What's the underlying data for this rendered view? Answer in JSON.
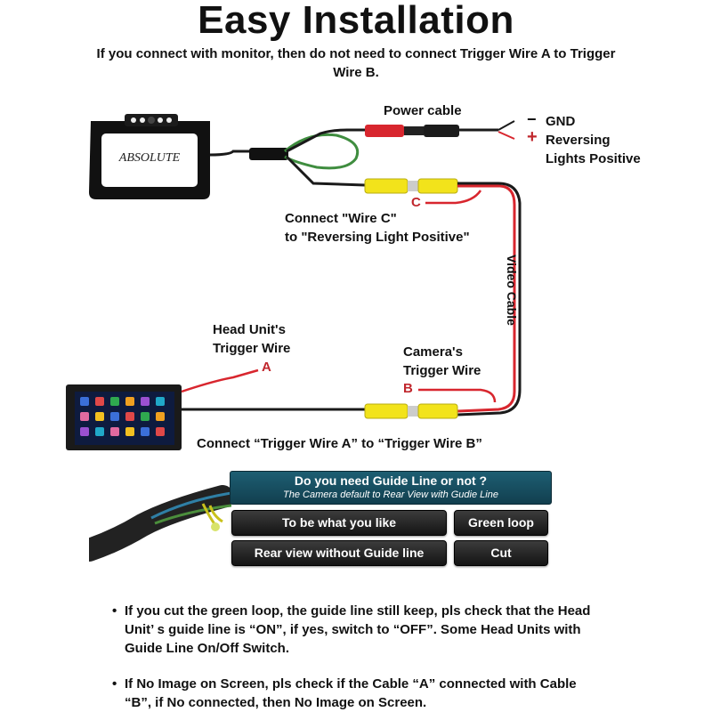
{
  "header": {
    "title": "Easy Installation",
    "subtitle": "If you connect with monitor, then do not need to connect Trigger Wire A to Trigger Wire B."
  },
  "labels": {
    "power_cable": "Power cable",
    "gnd": "GND",
    "gnd_sign": "−",
    "reversing_sign": "+",
    "reversing_line1": "Reversing",
    "reversing_line2": "Lights Positive",
    "wire_c_line1": "Connect \"Wire C\"",
    "wire_c_line2": "to \"Reversing Light Positive\"",
    "marker_c": "C",
    "video_cable": "Video Cable",
    "head_unit_line1": "Head Unit's",
    "head_unit_line2": "Trigger Wire",
    "marker_a": "A",
    "camera_line1": "Camera's",
    "camera_line2": "Trigger Wire",
    "marker_b": "B",
    "connect_ab": "Connect “Trigger Wire  A” to “Trigger Wire  B”",
    "logo_text": "ABSOLUTE"
  },
  "guide": {
    "heading": "Do you need Guide Line or not ?",
    "subheading": "The Camera default to Rear View with Gudie Line",
    "rows": [
      {
        "option": "To be what you like",
        "action": "Green loop"
      },
      {
        "option": "Rear view without Guide line",
        "action": "Cut"
      }
    ]
  },
  "notes": [
    "If you cut the green loop, the guide line still keep, pls check that the Head Unit’ s guide line is “ON”, if yes, switch to “OFF”.  Some Head Units with Guide Line On/Off Switch.",
    "If No Image on Screen, pls check if the Cable “A” connected with Cable “B”, if No connected, then No Image on Screen."
  ],
  "colors": {
    "wire_black": "#1a1a1a",
    "wire_red": "#d8262e",
    "wire_green": "#3f8d3f",
    "connector_yellow": "#f2e31b",
    "accent_red": "#c0272d"
  }
}
